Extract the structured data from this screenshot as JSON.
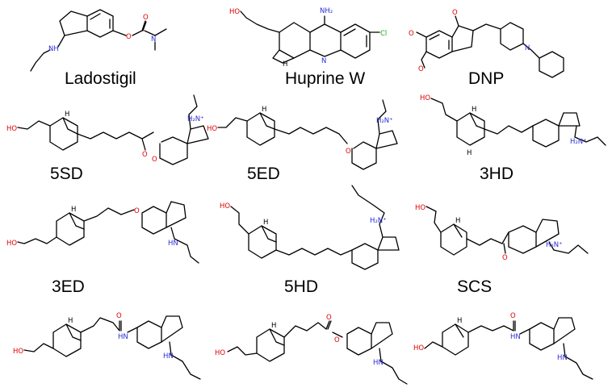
{
  "captions": {
    "c1": "Ladostigil",
    "c2": "Huprine W",
    "c3": "DNP",
    "c4": "5SD",
    "c5": "5ED",
    "c6": "3HD",
    "c7": "3ED",
    "c8": "5HD",
    "c9": "SCS"
  },
  "atoms": {
    "o": "O",
    "oh": "HO",
    "n": "N",
    "nh": "NH",
    "hn": "HN",
    "hn_plus": "H₂N⁺",
    "nh2": "NH₂",
    "cl": "Cl",
    "h": "H"
  },
  "colors": {
    "bond": "#000000",
    "oxygen": "#e00000",
    "nitrogen": "#2b2bd6",
    "chlorine": "#1fa61f"
  }
}
